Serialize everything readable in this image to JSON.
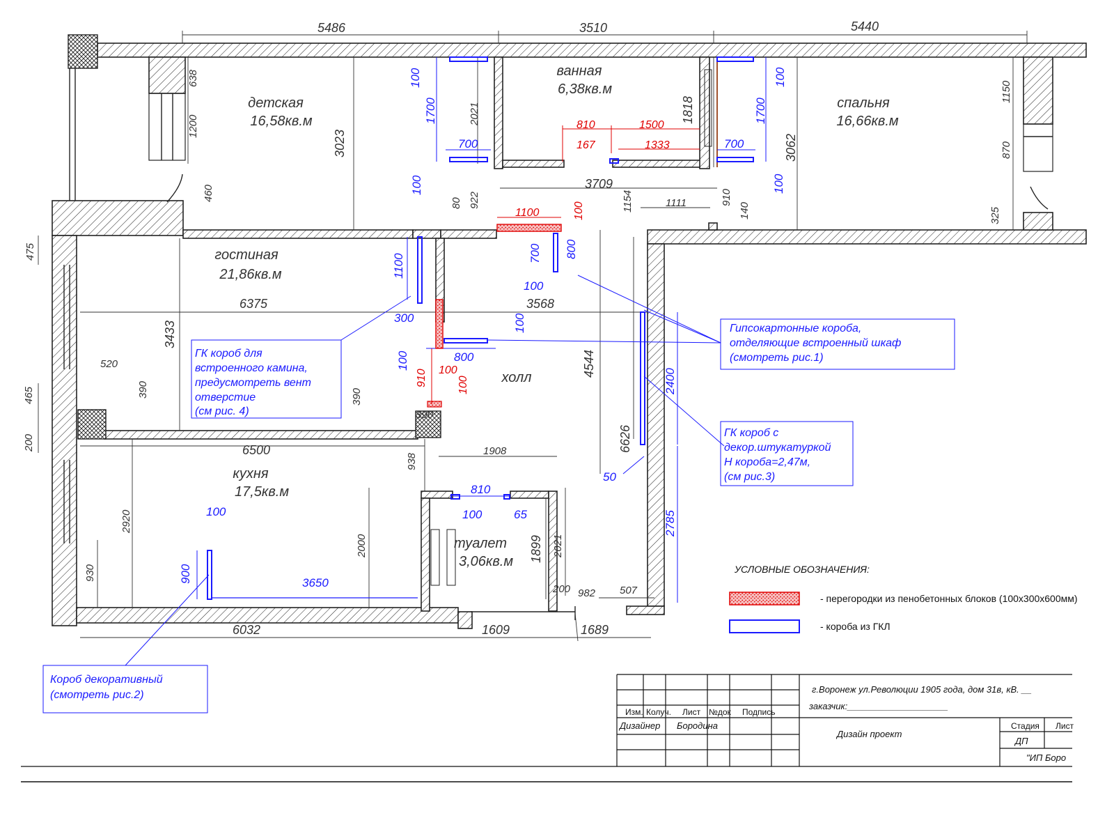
{
  "rooms": {
    "kids": {
      "name": "детская",
      "area": "16,58кв.м"
    },
    "bath": {
      "name": "ванная",
      "area": "6,38кв.м"
    },
    "bedroom": {
      "name": "спальня",
      "area": "16,66кв.м"
    },
    "living": {
      "name": "гостиная",
      "area": "21,86кв.м"
    },
    "hall": {
      "name": "холл"
    },
    "kitchen": {
      "name": "кухня",
      "area": "17,5кв.м"
    },
    "toilet": {
      "name": "туалет",
      "area": "3,06кв.м"
    }
  },
  "dims": {
    "top1": "5486",
    "top2": "3510",
    "top3": "5440",
    "d638": "638",
    "d1200": "1200",
    "d3023": "3023",
    "d460": "460",
    "d475": "475",
    "d6375": "6375",
    "d3433": "3433",
    "d520": "520",
    "d390a": "390",
    "d465": "465",
    "d200a": "200",
    "d6500": "6500",
    "d2021a": "2021",
    "d922": "922",
    "d80": "80",
    "d3709": "3709",
    "d1818": "1818",
    "d3062": "3062",
    "d910": "910",
    "d140": "140",
    "d1154": "1154",
    "d1111": "1111",
    "d1150": "1150",
    "d870": "870",
    "d325": "325",
    "d3568": "3568",
    "d4544": "4544",
    "d6626": "6626",
    "d390b": "390",
    "d390c": "390",
    "d938": "938",
    "d1908": "1908",
    "d2920": "2920",
    "d930": "930",
    "d2000": "2000",
    "d1899": "1899",
    "d2021b": "2021",
    "d200b": "200",
    "d982": "982",
    "d507": "507",
    "d6032": "6032",
    "d1609": "1609",
    "d1689": "1689"
  },
  "blueDims": {
    "b100a": "100",
    "b1700a": "1700",
    "b700a": "700",
    "b100b": "100",
    "b100c": "100",
    "b1700b": "1700",
    "b700b": "700",
    "b100d": "100",
    "b1100": "1100",
    "b300": "300",
    "b700c": "700",
    "b800a": "800",
    "b100e": "100",
    "b100f": "100",
    "b800b": "800",
    "b100g": "100",
    "b2400": "2400",
    "b2785": "2785",
    "b50": "50",
    "b810": "810",
    "b100h": "100",
    "b65": "65",
    "b100i": "100",
    "b900": "900",
    "b3650": "3650"
  },
  "redDims": {
    "r810": "810",
    "r1500": "1500",
    "r167": "167",
    "r1333": "1333",
    "r1100": "1100",
    "r100a": "100",
    "r910": "910",
    "r100b": "100",
    "r100c": "100"
  },
  "notes": {
    "fireplace": [
      "ГК короб для",
      "встроенного камина,",
      "предусмотреть вент",
      "отверстие",
      "(см рис. 4)"
    ],
    "closet": [
      "Гипсокартонные короба,",
      "отделяющие встроенный шкаф",
      "(смотреть рис.1)"
    ],
    "plaster": [
      "ГК короб с",
      "декор.штукатуркой",
      "Н короба=2,47м,",
      "(см рис.3)"
    ],
    "decor": [
      "Короб декоративный",
      "(смотреть рис.2)"
    ]
  },
  "legend": {
    "title": "УСЛОВНЫЕ ОБОЗНАЧЕНИЯ:",
    "red_item": "- перегородки из пенобетонных блоков (100х300х600мм)",
    "blue_item": "- короба из ГКЛ"
  },
  "titleblock": {
    "address": "г.Воронеж ул.Революции 1905 года, дом 31в, кВ. __",
    "customer": "заказчик:____________________",
    "col1": "Изм.",
    "col2": "Колуч.",
    "col3": "Лист",
    "col4": "№док",
    "col5": "Подпись",
    "designer_label": "Дизайнер",
    "designer_name": "Бородина",
    "project": "Дизайн проект",
    "stage_label": "Стадия",
    "sheet_label": "Лист",
    "stage_value": "ДП",
    "company": "\"ИП Боро"
  },
  "colors": {
    "gkl": "#1a1aff",
    "blocks": "#e00000",
    "walls": "#222222"
  }
}
